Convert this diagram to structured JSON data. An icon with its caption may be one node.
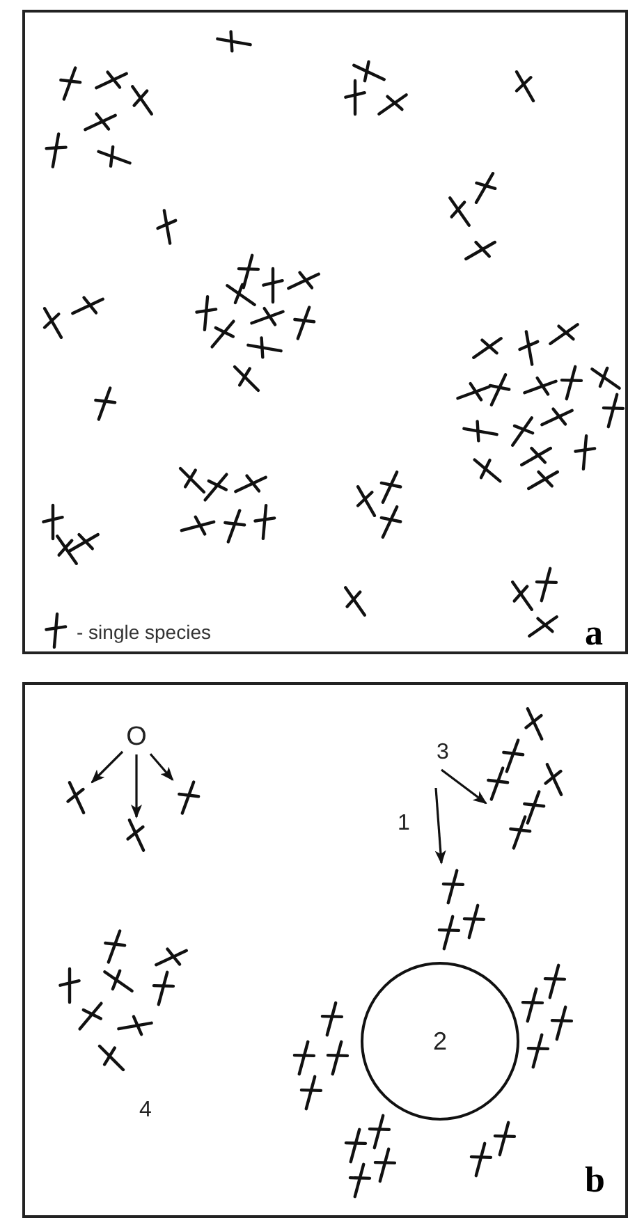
{
  "diagram": {
    "nodes": [
      {
        "text": [
          "a"
        ]
      },
      {
        "text": [
          "b"
        ]
      },
      {
        "text": [
          "O"
        ],
        "in": 1
      },
      {
        "text": [],
        "shape": "cross",
        "in": 1
      },
      {
        "text": [],
        "shape": "cross",
        "in": 1
      },
      {
        "text": [],
        "shape": "cross",
        "in": 1
      },
      {
        "text": [],
        "shape": "cluster",
        "in": 1
      },
      {
        "text": [],
        "shape": "cluster",
        "in": 1
      },
      {
        "text": [
          "2"
        ],
        "in": 1
      }
    ],
    "edges": [
      {
        "from": 2,
        "to": 3,
        "arrow": "to"
      },
      {
        "from": 2,
        "to": 4,
        "arrow": "to"
      },
      {
        "from": 2,
        "to": 5,
        "arrow": "to"
      },
      {
        "from": null,
        "to": 6,
        "arrow": "to",
        "label": "3"
      },
      {
        "from": null,
        "to": 7,
        "arrow": "to",
        "label": "1"
      }
    ],
    "labels": [
      "4"
    ],
    "legend": [
      {
        "text": "- single species"
      }
    ]
  }
}
